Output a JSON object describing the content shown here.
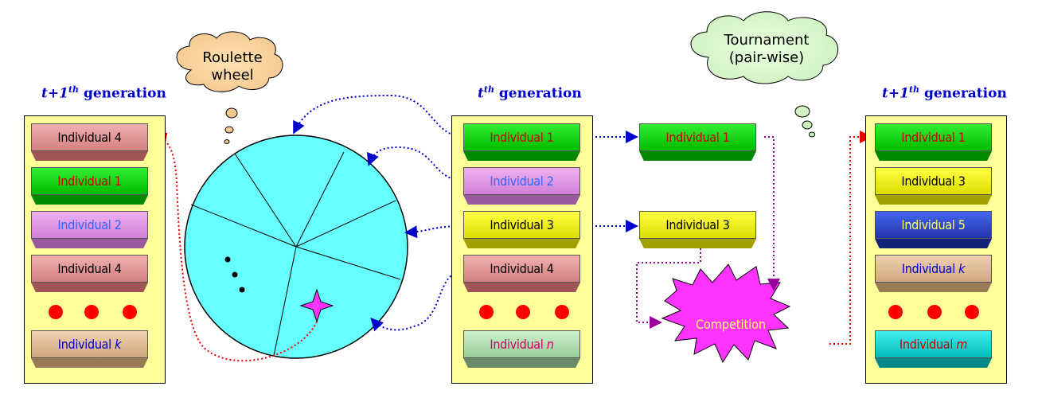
{
  "left_panel": {
    "title_main": "t+1",
    "title_sup": "th",
    "title_rest": "generation",
    "items": [
      {
        "label": "Individual 4",
        "color": "#000000"
      },
      {
        "label": "Individual 1",
        "color": "#cc0000"
      },
      {
        "label": "Individual 2",
        "color": "#3366ff"
      },
      {
        "label": "Individual 4",
        "color": "#000000"
      },
      {
        "label": "Individual",
        "var": "k",
        "color": "#0000cc"
      }
    ]
  },
  "center_panel": {
    "title_main": "t",
    "title_sup": "th",
    "title_rest": "generation",
    "items": [
      {
        "label": "Individual 1",
        "color": "#cc0000"
      },
      {
        "label": "Individual 2",
        "color": "#3366ff"
      },
      {
        "label": "Individual 3",
        "color": "#000000"
      },
      {
        "label": "Individual 4",
        "color": "#000000"
      },
      {
        "label": "Individual",
        "var": "n",
        "color": "#cc0066"
      }
    ]
  },
  "tournament_items": [
    {
      "label": "Individual 1",
      "color": "#cc0000"
    },
    {
      "label": "Individual 3",
      "color": "#000000"
    }
  ],
  "right_panel": {
    "title_main": "t+1",
    "title_sup": "th",
    "title_rest": "generation",
    "items": [
      {
        "label": "Individual 1",
        "color": "#cc0000"
      },
      {
        "label": "Individual 3",
        "color": "#000000"
      },
      {
        "label": "Individual 5",
        "color": "#ffff66"
      },
      {
        "label": "Individual",
        "var": "k",
        "color": "#0000cc"
      },
      {
        "label": "Individual",
        "var": "m",
        "color": "#cc0000"
      }
    ]
  },
  "roulette_cloud": {
    "line1": "Roulette",
    "line2": "wheel"
  },
  "tournament_cloud": {
    "line1": "Tournament",
    "line2": "(pair-wise)"
  },
  "competition_label": "Competition"
}
